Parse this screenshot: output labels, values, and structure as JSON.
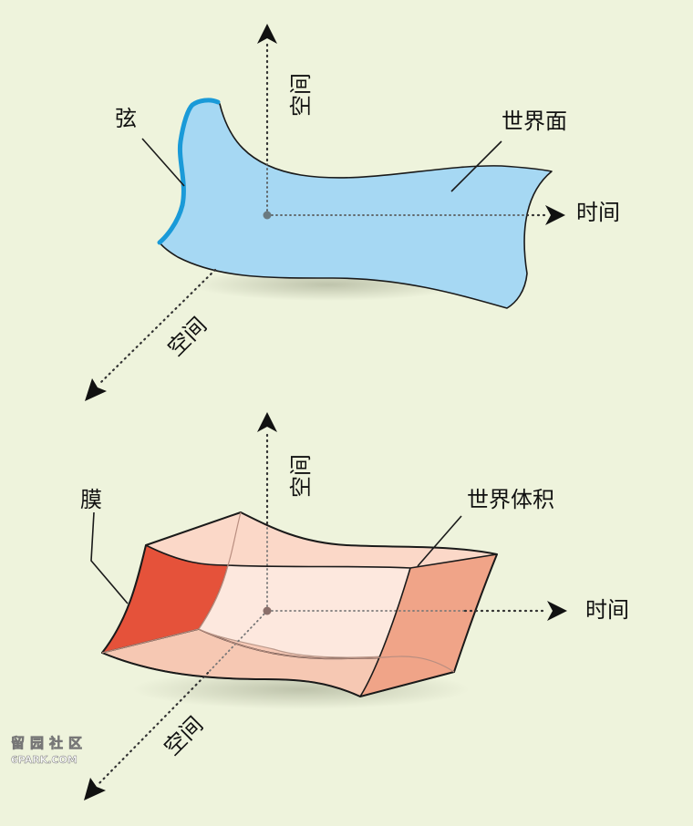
{
  "top": {
    "string_label": "弦",
    "worldsheet_label": "世界面",
    "axis_up_label": "空间",
    "axis_right_label": "时间",
    "axis_down_label": "空间"
  },
  "bottom": {
    "brane_label": "膜",
    "worldvolume_label": "世界体积",
    "axis_up_label": "空间",
    "axis_right_label": "时间",
    "axis_down_label": "空间"
  },
  "watermark": {
    "line1": "留园社区",
    "line2": "6PARK.COM"
  },
  "colors": {
    "background": "#eef3dc",
    "worldsheet": "#a6d8f3",
    "string": "#1a9ad8",
    "brane_dark": "#e5523a",
    "brane_light": "#fce3d8",
    "brane_side": "#f0a488"
  }
}
